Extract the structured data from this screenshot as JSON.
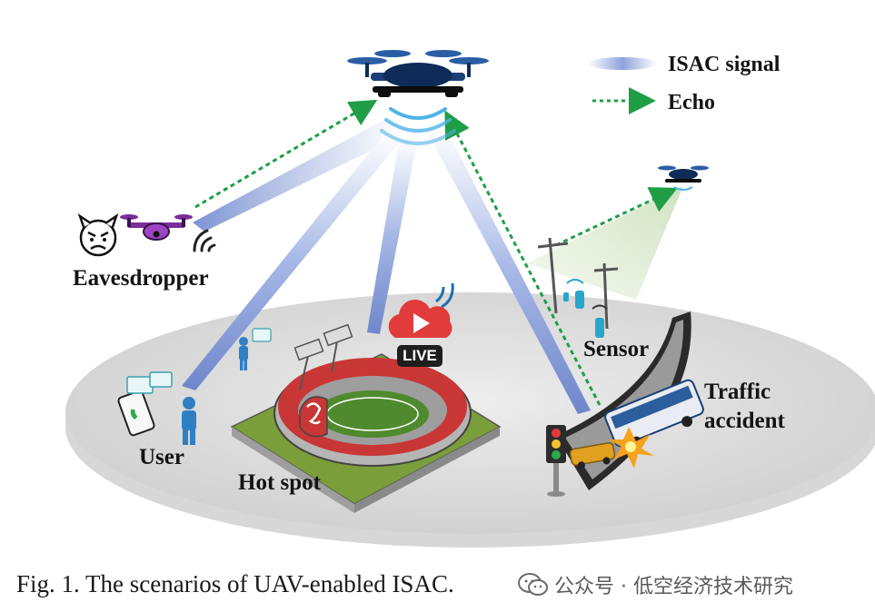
{
  "legend": {
    "isac_label": "ISAC signal",
    "echo_label": "Echo"
  },
  "labels": {
    "eavesdropper": "Eavesdropper",
    "user": "User",
    "hot_spot": "Hot spot",
    "sensor": "Sensor",
    "traffic_line1": "Traffic",
    "traffic_line2": "accident",
    "live": "LIVE"
  },
  "caption": "Fig. 1.  The scenarios of UAV-enabled ISAC.",
  "watermark": "公众号 · 低空经济技术研究",
  "colors": {
    "beam": "#8fa6dc",
    "echo": "#1f9e46",
    "drone": "#1a3f78",
    "eavesdropper_drone": "#7a2e9a",
    "ground": "#d9d9d9",
    "stadium_red": "#c93636",
    "live_red": "#e23b3b"
  }
}
